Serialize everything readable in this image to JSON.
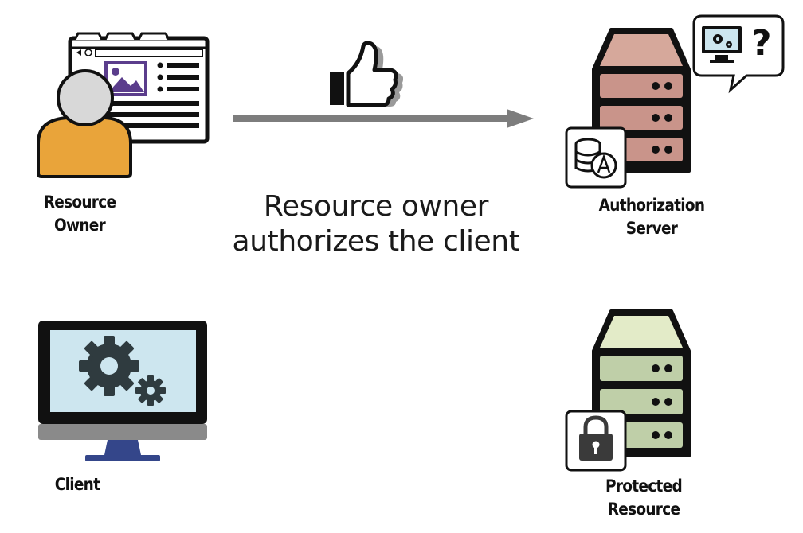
{
  "nodes": {
    "resource_owner": {
      "line1": "Resource",
      "line2": "Owner"
    },
    "authorization_server": {
      "line1": "Authorization",
      "line2": "Server"
    },
    "client": {
      "line1": "Client"
    },
    "protected_resource": {
      "line1": "Protected",
      "line2": "Resource"
    }
  },
  "flow": {
    "caption_line1": "Resource owner",
    "caption_line2": "authorizes the client",
    "icon": "thumbs-up-icon",
    "direction": "resource-owner-to-authorization-server"
  },
  "speech_bubble": {
    "symbol": "?"
  },
  "colors": {
    "owner_body": "#e9a43a",
    "owner_head": "#d8d8d8",
    "auth_server_top": "#d6a89b",
    "auth_server_unit": "#c9948a",
    "protected_server_top": "#e3ebc8",
    "protected_server_unit": "#bfcfa8",
    "client_screen": "#cde6ef",
    "arrow": "#7d7d7d"
  }
}
